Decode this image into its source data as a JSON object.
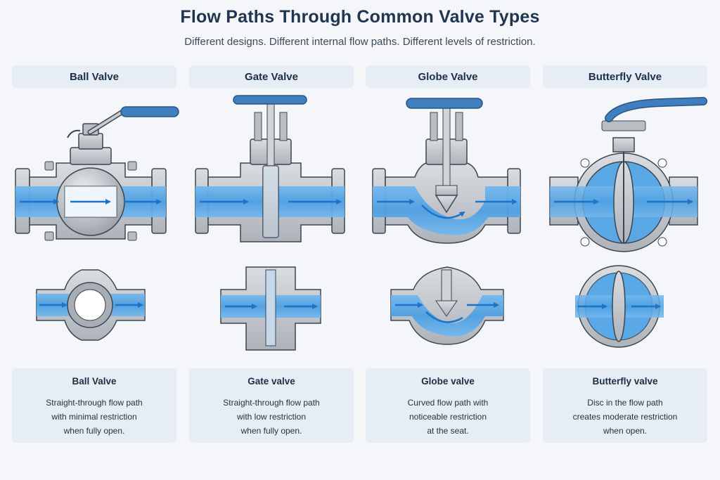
{
  "header": {
    "title": "Flow Paths Through Common Valve Types",
    "subtitle": "Different designs. Different internal flow paths. Different levels of restriction."
  },
  "colors": {
    "flow_blue": "#5aa8e6",
    "flow_light": "#cfe5f7",
    "steel": "#c4c8ce",
    "steel_dark": "#8e949c",
    "handle_blue": "#3f7fbf",
    "outline": "#3c4550",
    "arrow": "#1c74c9"
  },
  "valves": [
    {
      "name": "Ball Valve",
      "caption_title": "Ball Valve",
      "caption_lines": [
        "Straight-through flow path",
        "with minimal restriction",
        "when fully open."
      ]
    },
    {
      "name": "Gate Valve",
      "caption_title": "Gate valve",
      "caption_lines": [
        "Straight-through flow path",
        "with low restriction",
        "when fully open."
      ]
    },
    {
      "name": "Globe Valve",
      "caption_title": "Globe valve",
      "caption_lines": [
        "Curved flow path with",
        "noticeable restriction",
        "at the seat."
      ]
    },
    {
      "name": "Butterfly Valve",
      "caption_title": "Butterfly valve",
      "caption_lines": [
        "Disc in the flow path",
        "creates moderate restriction",
        "when open."
      ]
    }
  ]
}
